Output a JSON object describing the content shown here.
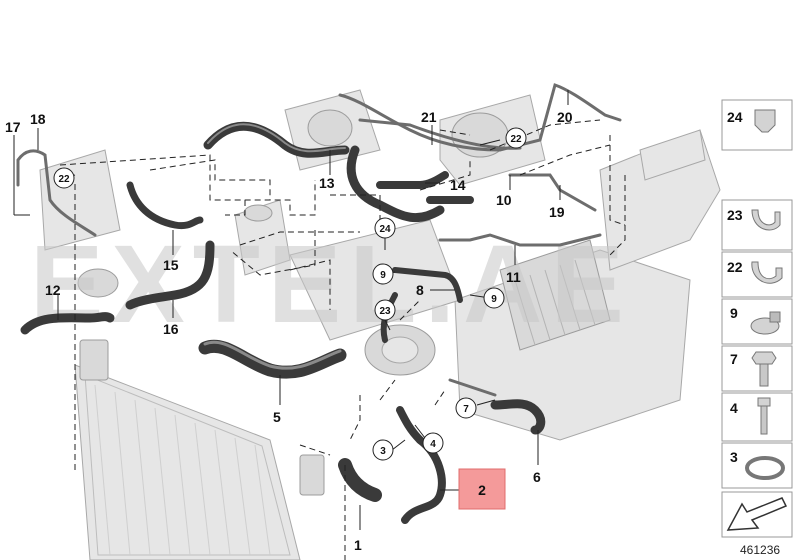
{
  "diagram": {
    "watermark": "EXTEL.AE",
    "reference_number": "461236",
    "callouts": {
      "c1": "1",
      "c2": "2",
      "c3": "3",
      "c4": "4",
      "c5": "5",
      "c6": "6",
      "c7": "7",
      "c8": "8",
      "c9a": "9",
      "c9b": "9",
      "c10": "10",
      "c11": "11",
      "c12": "12",
      "c13": "13",
      "c14": "14",
      "c15": "15",
      "c16": "16",
      "c17": "17",
      "c18": "18",
      "c19": "19",
      "c20": "20",
      "c21": "21",
      "c22a": "22",
      "c22b": "22",
      "c23": "23",
      "c24": "24"
    },
    "highlighted_callout": "2",
    "highlight_color": "#f49a9a",
    "legend_panels": {
      "p24": "24",
      "p23": "23",
      "p22": "22",
      "p9": "9",
      "p7": "7",
      "p4": "4",
      "p3": "3"
    }
  }
}
